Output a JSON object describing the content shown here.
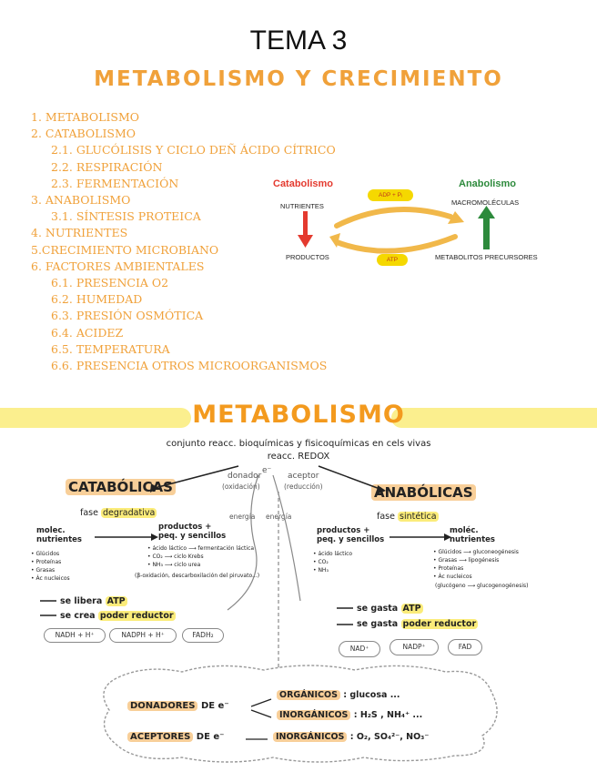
{
  "header": {
    "title": "TEMA 3",
    "subtitle": "METABOLISMO Y CRECIMIENTO"
  },
  "toc": [
    {
      "text": "1. METABOLISMO",
      "level": 1
    },
    {
      "text": "2. CATABOLISMO",
      "level": 1
    },
    {
      "text": "2.1. GLUCÓLISIS Y CICLO DEÑ ÁCIDO CÍTRICO",
      "level": 2
    },
    {
      "text": "2.2. RESPIRACIÓN",
      "level": 2
    },
    {
      "text": "2.3. FERMENTACIÓN",
      "level": 2
    },
    {
      "text": "3. ANABOLISMO",
      "level": 1
    },
    {
      "text": "3.1. SÍNTESIS PROTEICA",
      "level": 2
    },
    {
      "text": "4. NUTRIENTES",
      "level": 1
    },
    {
      "text": "5.CRECIMIENTO MICROBIANO",
      "level": 1
    },
    {
      "text": "6. FACTORES AMBIENTALES",
      "level": 1
    },
    {
      "text": "6.1. PRESENCIA O2",
      "level": 2
    },
    {
      "text": "6.2. HUMEDAD",
      "level": 2
    },
    {
      "text": "6.3. PRESIÓN OSMÓTICA",
      "level": 2
    },
    {
      "text": "6.4. ACIDEZ",
      "level": 2
    },
    {
      "text": "6.5. TEMPERATURA",
      "level": 2
    },
    {
      "text": "6.6. PRESENCIA OTROS MICROORGANISMOS",
      "level": 2
    }
  ],
  "cycle": {
    "catabolismo": "Catabolismo",
    "anabolismo": "Anabolismo",
    "nutrientes": "NUTRIENTES",
    "productos": "PRODUCTOS",
    "macromoleculas": "MACROMOLÉCULAS",
    "metabolitos": "METABOLITOS PRECURSORES",
    "adp": "ADP + Pᵢ",
    "atp": "ATP",
    "colors": {
      "catabolismo": "#e43a2f",
      "anabolismo": "#2d8a3c",
      "pill": "#f5d800",
      "arrow": "#f1b84a"
    }
  },
  "section": {
    "heading": "METABOLISMO",
    "definition": "conjunto reacc. bioquímicas y fisicoquímicas en cels vivas",
    "redox": "reacc. REDOX",
    "electron": "e⁻",
    "donador": "donador",
    "oxidacion": "(oxidación)",
    "aceptor": "aceptor",
    "reduccion": "(reducción)",
    "energia1": "energía",
    "energia2": "energía"
  },
  "catabolicas": {
    "title": "CATABÓLICAS",
    "fase_prefix": "fase",
    "fase": "degradativa",
    "from": "molec. nutrientes",
    "from_items": [
      "• Glúcidos",
      "• Proteínas",
      "• Grasas",
      "• Ác nucleicos"
    ],
    "to": "productos + peq. y sencillos",
    "to_items": [
      "• ácido láctico ⟶ fermentación láctica",
      "• CO₂ ⟶ ciclo Krebs",
      "• NH₃ ⟶ ciclo urea"
    ],
    "note": "(β-oxidación, descarboxilación del piruvato...)",
    "libera_prefix": "se libera",
    "libera": "ATP",
    "crea_prefix": "se crea",
    "crea": "poder reductor",
    "ovals": [
      "NADH + H⁺",
      "NADPH + H⁺",
      "FADH₂"
    ]
  },
  "anabolicas": {
    "title": "ANABÓLICAS",
    "fase_prefix": "fase",
    "fase": "sintética",
    "from": "productos + peq. y sencillos",
    "from_items": [
      "• ácido láctico",
      "• CO₂",
      "• NH₃"
    ],
    "to": "moléc. nutrientes",
    "to_items": [
      "• Glúcidos ⟶ gluconeogénesis",
      "• Grasas ⟶ lipogénesis",
      "• Proteínas",
      "• Ác nucleicos"
    ],
    "note": "(glucógeno ⟶ glucogenogénesis)",
    "gasta1_prefix": "se gasta",
    "gasta1": "ATP",
    "gasta2_prefix": "se gasta",
    "gasta2": "poder reductor",
    "ovals": [
      "NAD⁺",
      "NADP⁺",
      "FAD"
    ]
  },
  "cloud": {
    "donadores": "DONADORES",
    "de_e": "DE e⁻",
    "organicos": "ORGÁNICOS",
    "organicos_ex": ": glucosa ...",
    "inorganicos1": "INORGÁNICOS",
    "inorganicos1_ex": ": H₂S , NH₄⁺ ...",
    "aceptores": "ACEPTORES",
    "de_e2": "DE e⁻",
    "inorganicos2": "INORGÁNICOS",
    "inorganicos2_ex": ": O₂, SO₄²⁻, NO₃⁻"
  }
}
